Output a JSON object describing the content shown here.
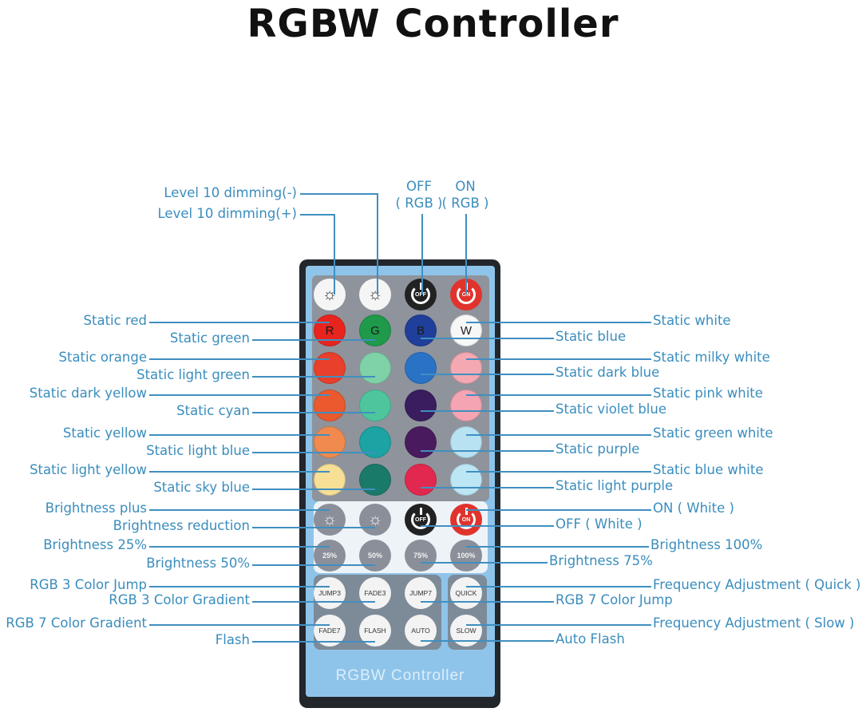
{
  "title": "RGBW Controller",
  "remote_label": "RGBW Controller",
  "colors": {
    "label_text": "#3a8dbd",
    "leader_line": "#3f8fc0",
    "remote_body": "#8fc4ea",
    "remote_frame": "#23272c"
  },
  "top_labels": {
    "dim_minus": "Level 10 dimming(-)",
    "dim_plus": "Level 10 dimming(+)",
    "off_rgb_1": "OFF",
    "off_rgb_2": "( RGB )",
    "on_rgb_1": "ON",
    "on_rgb_2": "( RGB )"
  },
  "left_labels": [
    "Static red",
    "Static green",
    "Static orange",
    "Static light green",
    "Static dark yellow",
    "Static cyan",
    "Static yellow",
    "Static light blue",
    "Static light yellow",
    "Static sky blue",
    "Brightness plus",
    "Brightness reduction",
    "Brightness 25%",
    "Brightness 50%",
    "RGB 3 Color Jump",
    "RGB 3 Color Gradient",
    "RGB 7 Color Gradient",
    "Flash"
  ],
  "right_labels": [
    "Static white",
    "Static blue",
    "Static milky white",
    "Static dark blue",
    "Static pink white",
    "Static violet blue",
    "Static green white",
    "Static purple",
    "Static blue white",
    "Static light purple",
    "ON ( White )",
    "OFF ( White )",
    "Brightness 100%",
    "Brightness 75%",
    "Frequency Adjustment ( Quick )",
    "RGB 7 Color Jump",
    "Frequency Adjustment ( Slow )",
    "Auto Flash"
  ],
  "buttons": {
    "top_row": [
      {
        "name": "brightness-up-rgb",
        "icon": "sun-up-icon"
      },
      {
        "name": "brightness-down-rgb",
        "icon": "sun-down-icon"
      },
      {
        "name": "off-rgb",
        "text": "OFF"
      },
      {
        "name": "on-rgb",
        "text": "ON"
      }
    ],
    "letter_row": [
      "R",
      "G",
      "B",
      "W"
    ],
    "color_grid": [
      [
        "#e8241f",
        "#1f9a4a",
        "#1f3f9a",
        "#f7f7f7"
      ],
      [
        "#e8402a",
        "#7fd1a8",
        "#2a72c6",
        "#f4a9b2"
      ],
      [
        "#ea5a2e",
        "#4fc59e",
        "#3a1d5e",
        "#f4a4b2"
      ],
      [
        "#f08a4e",
        "#1ca3a3",
        "#4a1a5e",
        "#b8e2f2"
      ],
      [
        "#f7df96",
        "#1a7a6a",
        "#e2284e",
        "#bde6f4"
      ]
    ],
    "white_row": [
      {
        "name": "brightness-plus-white",
        "icon": "sun-up-icon"
      },
      {
        "name": "brightness-reduction-white",
        "icon": "sun-down-icon"
      },
      {
        "name": "off-white",
        "text": "OFF"
      },
      {
        "name": "on-white",
        "text": "ON"
      }
    ],
    "percent_row": [
      "25%",
      "50%",
      "75%",
      "100%"
    ],
    "mode_row1": [
      "JUMP3",
      "FADE3",
      "JUMP7",
      "QUICK"
    ],
    "mode_row2": [
      "FADE7",
      "FLASH",
      "AUTO",
      "SLOW"
    ]
  }
}
